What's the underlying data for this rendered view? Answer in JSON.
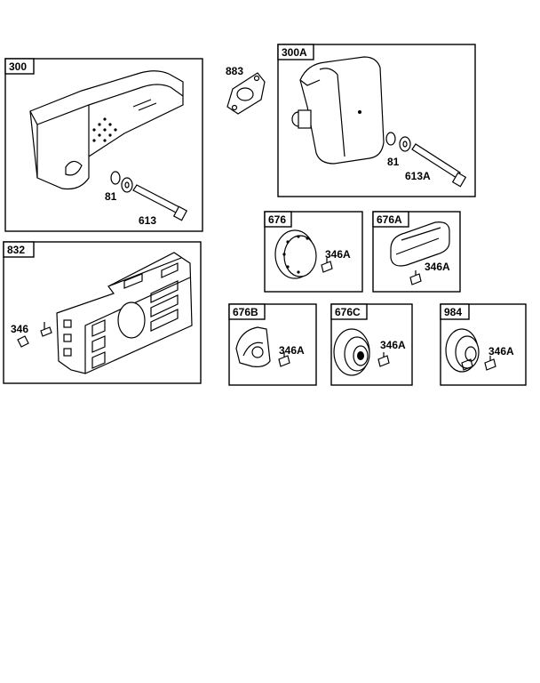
{
  "panels": {
    "p300": {
      "tag": "300",
      "labels": {
        "washer": "81",
        "bolt": "613"
      }
    },
    "p300a": {
      "tag": "300A",
      "labels": {
        "washer": "81",
        "bolt": "613A"
      }
    },
    "p832": {
      "tag": "832",
      "labels": {
        "screw": "346"
      }
    },
    "p676": {
      "tag": "676",
      "labels": {
        "screw": "346A"
      }
    },
    "p676a": {
      "tag": "676A",
      "labels": {
        "screw": "346A"
      }
    },
    "p676b": {
      "tag": "676B",
      "labels": {
        "screw": "346A"
      }
    },
    "p676c": {
      "tag": "676C",
      "labels": {
        "screw": "346A"
      }
    },
    "p984": {
      "tag": "984",
      "labels": {
        "screw": "346A"
      }
    }
  },
  "gasket": {
    "label": "883"
  }
}
